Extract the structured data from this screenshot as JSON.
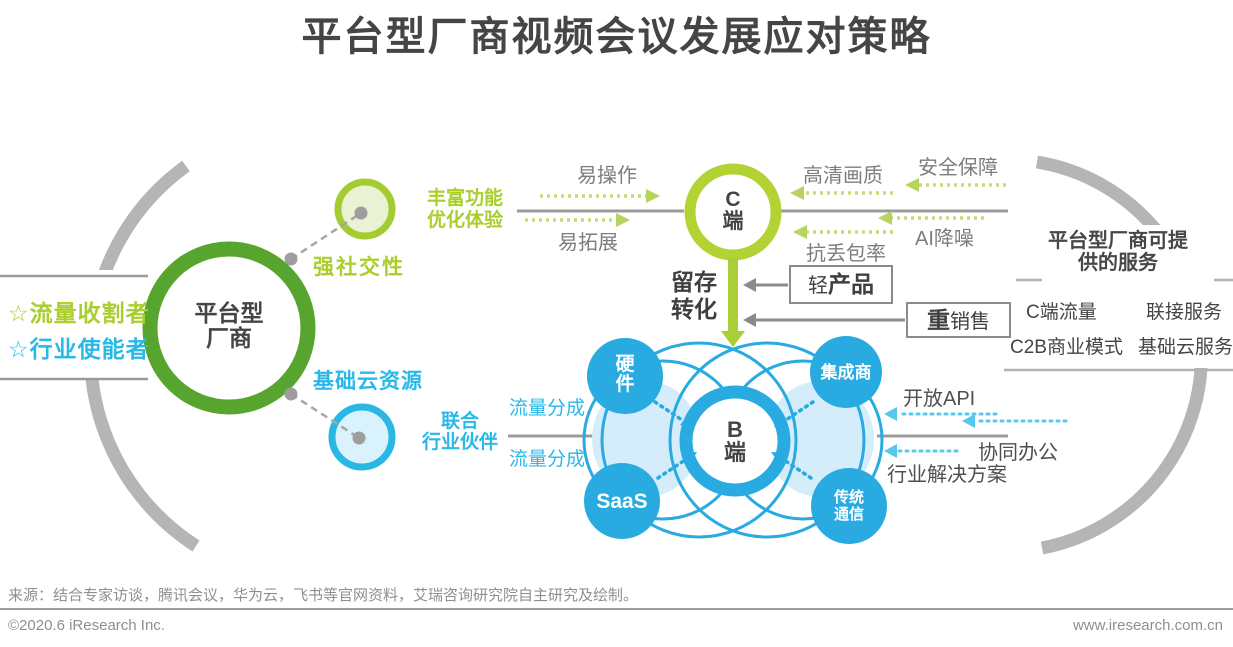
{
  "title": "平台型厂商视频会议发展应对策略",
  "colors": {
    "deep_green": "#57a52e",
    "light_green": "#a9ce2d",
    "cyan_label": "#29b9e8",
    "flower_blue": "#29abe2",
    "arc_gray": "#b5b5b5",
    "dark_text": "#454545"
  },
  "left_panel": {
    "role_labels": [
      "☆流量收割者",
      "☆行业使能者"
    ],
    "platform_circle": {
      "line1": "平台型",
      "line2": "厂商"
    },
    "social_label": "强社交性",
    "cloud_label": "基础云资源",
    "rich_features": {
      "line1": "丰富功能",
      "line2": "优化体验"
    },
    "partner_label": {
      "line1": "联合",
      "line2": "行业伙伴"
    },
    "revenue_share_top": "流量分成",
    "revenue_share_bottom": "流量分成"
  },
  "c_section": {
    "circle": {
      "line1": "C",
      "line2": "端"
    },
    "easy_operate": "易操作",
    "easy_expand": "易拓展",
    "hd_quality": "高清画质",
    "security": "安全保障",
    "packet_loss": "抗丢包率",
    "ai_denoise": "AI降噪",
    "retention": {
      "line1": "留存",
      "line2": "转化"
    },
    "light_product": {
      "normal": "轻",
      "bold": "产品"
    },
    "heavy_sales": {
      "bold": "重",
      "normal": "销售"
    }
  },
  "b_section": {
    "circle": {
      "line1": "B",
      "line2": "端"
    },
    "hardware": {
      "line1": "硬",
      "line2": "件"
    },
    "saas": "SaaS",
    "integrator": "集成商",
    "telecom": {
      "line1": "传统",
      "line2": "通信"
    },
    "open_api": "开放API",
    "collab_office": "协同办公",
    "industry_solution": "行业解决方案"
  },
  "services_panel": {
    "title": {
      "line1": "平台型厂商可提",
      "line2": "供的服务"
    },
    "items": [
      "C端流量",
      "联接服务",
      "C2B商业模式",
      "基础云服务"
    ]
  },
  "footer": {
    "source": "来源：结合专家访谈，腾讯会议，华为云，飞书等官网资料，艾瑞咨询研究院自主研究及绘制。",
    "copyright": "©2020.6 iResearch Inc.",
    "website": "www.iresearch.com.cn"
  }
}
